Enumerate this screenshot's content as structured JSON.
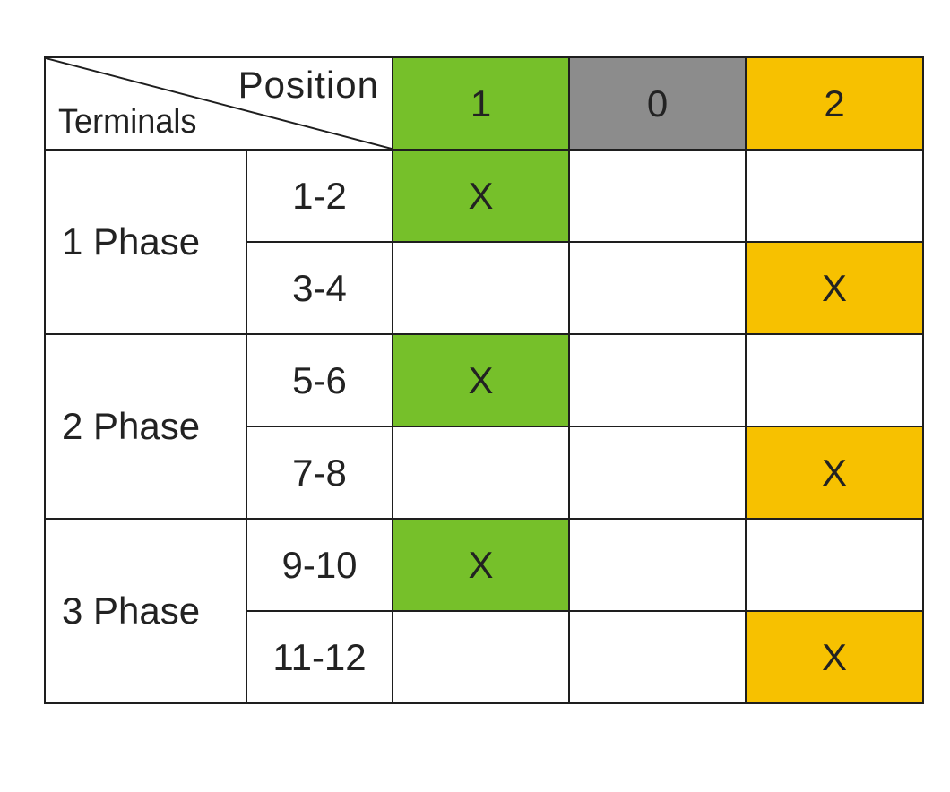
{
  "header": {
    "position_label": "Position",
    "terminals_label": "Terminals"
  },
  "positions": [
    {
      "label": "1",
      "color": "#76c02a"
    },
    {
      "label": "0",
      "color": "#8c8c8c"
    },
    {
      "label": "2",
      "color": "#f7c100"
    }
  ],
  "groups": [
    {
      "name": "1 Phase",
      "rows": [
        {
          "terminals": "1-2",
          "marks": [
            "X",
            "",
            ""
          ]
        },
        {
          "terminals": "3-4",
          "marks": [
            "",
            "",
            "X"
          ]
        }
      ]
    },
    {
      "name": "2 Phase",
      "rows": [
        {
          "terminals": "5-6",
          "marks": [
            "X",
            "",
            ""
          ]
        },
        {
          "terminals": "7-8",
          "marks": [
            "",
            "",
            "X"
          ]
        }
      ]
    },
    {
      "name": "3 Phase",
      "rows": [
        {
          "terminals": "9-10",
          "marks": [
            "X",
            "",
            ""
          ]
        },
        {
          "terminals": "11-12",
          "marks": [
            "",
            "",
            "X"
          ]
        }
      ]
    }
  ]
}
